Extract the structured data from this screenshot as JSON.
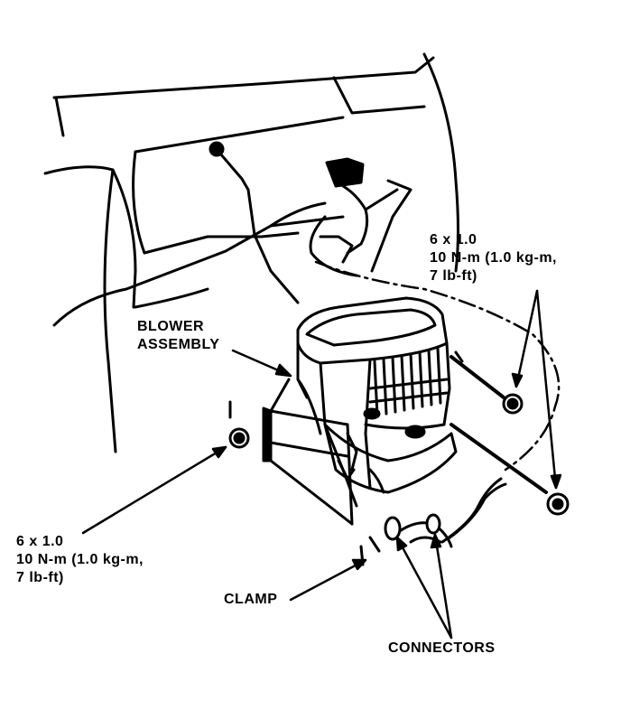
{
  "labels": {
    "blower_assembly": [
      "BLOWER",
      "ASSEMBLY"
    ],
    "bolt_spec_right": [
      "6 x 1.0",
      "10 N-m (1.0 kg-m,",
      "7 lb-ft)"
    ],
    "bolt_spec_left": [
      "6 x 1.0",
      "10 N-m (1.0 kg-m,",
      "7 lb-ft)"
    ],
    "clamp": "CLAMP",
    "connectors": "CONNECTORS"
  },
  "style": {
    "ink": "#000000",
    "paper": "#ffffff"
  }
}
